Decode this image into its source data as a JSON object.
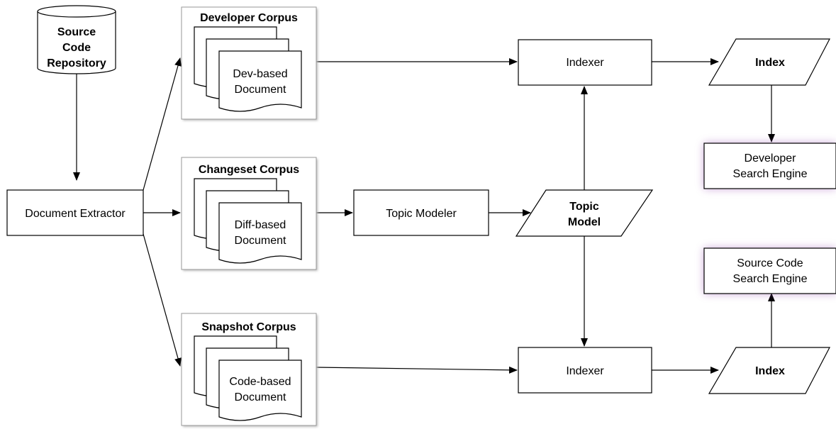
{
  "nodes": {
    "repo": {
      "lines": [
        "Source",
        "Code",
        "Repository"
      ]
    },
    "extractor": {
      "label": "Document Extractor"
    },
    "dev_corpus": {
      "title": "Developer Corpus",
      "doc_lines": [
        "Dev-based",
        "Document"
      ]
    },
    "change_corpus": {
      "title": "Changeset Corpus",
      "doc_lines": [
        "Diff-based",
        "Document"
      ]
    },
    "snap_corpus": {
      "title": "Snapshot Corpus",
      "doc_lines": [
        "Code-based",
        "Document"
      ]
    },
    "topic_modeler": {
      "label": "Topic Modeler"
    },
    "topic_model": {
      "lines": [
        "Topic",
        "Model"
      ]
    },
    "indexer_top": {
      "label": "Indexer"
    },
    "indexer_bottom": {
      "label": "Indexer"
    },
    "index_top": {
      "label": "Index"
    },
    "index_bottom": {
      "label": "Index"
    },
    "dev_engine": {
      "lines": [
        "Developer",
        "Search Engine"
      ]
    },
    "src_engine": {
      "lines": [
        "Source Code",
        "Search Engine"
      ]
    }
  },
  "colors": {
    "engine_glow": "#9b59b6",
    "stroke": "#000000",
    "corpus_border": "#999999"
  }
}
